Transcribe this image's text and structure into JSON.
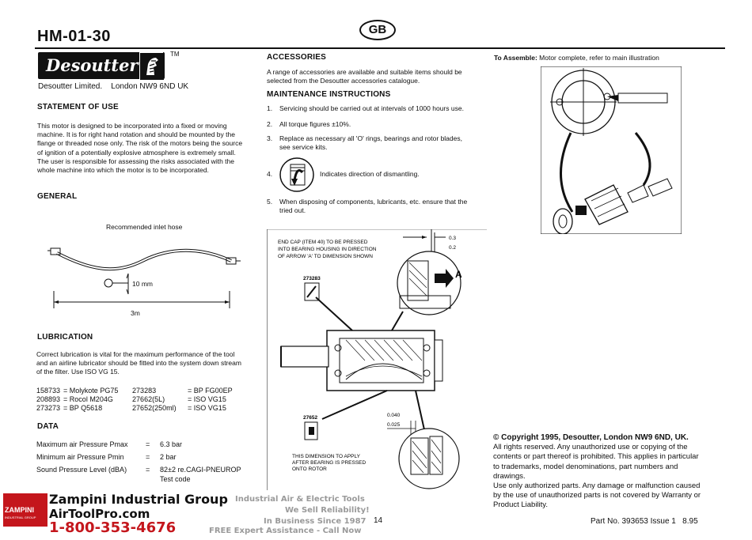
{
  "header": {
    "doc_number": "HM-01-30",
    "lang_badge": "GB"
  },
  "brand": {
    "logo_text": "Desoutter",
    "trademark": "TM",
    "company_line": "Desoutter Limited.    London NW9 6ND UK"
  },
  "statement": {
    "heading": "STATEMENT OF USE",
    "lines": [
      "This motor is designed to be incorporated into a fixed or moving",
      "machine. It is for right hand rotation and should be mounted by the",
      "flange or threaded nose only. The risk of the motors being the source",
      "of ignition of a potentially explosive atmosphere is extremely small.",
      "The user is responsible for assessing the risks associated with the",
      "whole machine into which the motor is to be incorporated."
    ]
  },
  "general": {
    "heading": "GENERAL",
    "hose_label": "Recommended inlet hose",
    "diameter_label": "10 mm",
    "length_label": "3m"
  },
  "lubrication": {
    "heading": "LUBRICATION",
    "lines": [
      "Correct lubrication is vital for the maximum performance of the tool",
      "and an airline lubricator should be fitted into the system down stream",
      "of the filter. Use ISO VG 15."
    ],
    "rows": [
      [
        "158733",
        "= Molykote PG75",
        "273283",
        "= BP FG00EP"
      ],
      [
        "208893",
        "= Rocol M204G",
        "27662(5L)",
        "= ISO VG15"
      ],
      [
        "273273",
        "= BP Q5618",
        "27652(250ml)",
        "= ISO VG15"
      ]
    ]
  },
  "data": {
    "heading": "DATA",
    "rows": [
      {
        "label": "Maximum air Pressure Pmax",
        "eq": "=",
        "value": "6.3 bar"
      },
      {
        "label": "Minimum air Pressure Pmin",
        "eq": "=",
        "value": "2 bar"
      },
      {
        "label": "Sound Pressure Level (dBA)",
        "eq": "=",
        "value": "82±2 re.CAGI-PNEUROP",
        "value2": "Test code"
      }
    ]
  },
  "accessories": {
    "heading": "ACCESSORIES",
    "lines": [
      "A range of accessories are available and suitable items should be",
      "selected from the Desoutter accessories catalogue."
    ]
  },
  "maintenance": {
    "heading": "MAINTENANCE INSTRUCTIONS",
    "items": [
      {
        "num": "1.",
        "lines": [
          "Servicing should be carried out at intervals of 1000 hours use."
        ]
      },
      {
        "num": "2.",
        "lines": [
          "All torque figures ±10%."
        ]
      },
      {
        "num": "3.",
        "lines": [
          "Replace as necessary all 'O' rings, bearings and rotor blades,",
          "see service kits."
        ]
      },
      {
        "num": "4.",
        "lines": [
          "Indicates direction of dismantling."
        ]
      },
      {
        "num": "5.",
        "lines": [
          "When disposing of components, lubricants, etc. ensure that the",
          "tried out."
        ]
      }
    ]
  },
  "drawing": {
    "note_lines": [
      "END CAP (ITEM 40) TO BE PRESSED",
      "INTO BEARING HOUSING IN DIRECTION",
      "OF ARROW 'A' TO DIMENSION SHOWN"
    ],
    "dim_03": "0.3",
    "dim_02": "0.2",
    "part_a": "273283",
    "arrow_label": "A",
    "part_b": "27652",
    "dim_040": "0.040",
    "dim_025": "0.025",
    "bottom_note_lines": [
      "THIS DIMENSION TO APPLY",
      "AFTER BEARING IS PRESSED",
      "ONTO ROTOR"
    ]
  },
  "assemble": {
    "label": "To Assemble:",
    "text": " Motor complete, refer to main illustration"
  },
  "copyright": {
    "title": "© Copyright 1995, Desoutter, London NW9 6ND, UK.",
    "lines": [
      "All rights reserved. Any unauthorized use or copying of the",
      "contents or part thereof is prohibited.  This applies in particular",
      "to trademarks, model denominations, part numbers and",
      "drawings.",
      "Use only authorized parts. Any damage or malfunction caused",
      "by the use of unauthorized parts is not covered by Warranty or",
      "Product Liability."
    ]
  },
  "part_number": "Part No. 393653 Issue 1   8.95",
  "page_number": "14",
  "footer": {
    "badge_name": "ZAMPINI",
    "badge_sub": "INDUSTRIAL GROUP",
    "brand": "Zampini Industrial Group",
    "site": "AirToolPro.com",
    "phone": "1-800-353-4676",
    "taglines": [
      "Industrial Air & Electric Tools",
      "We Sell Reliability!",
      "In Business Since 1987",
      "FREE Expert Assistance - Call Now"
    ],
    "phone_color": "#c4161c",
    "tag_color": "#9a9a9a"
  }
}
